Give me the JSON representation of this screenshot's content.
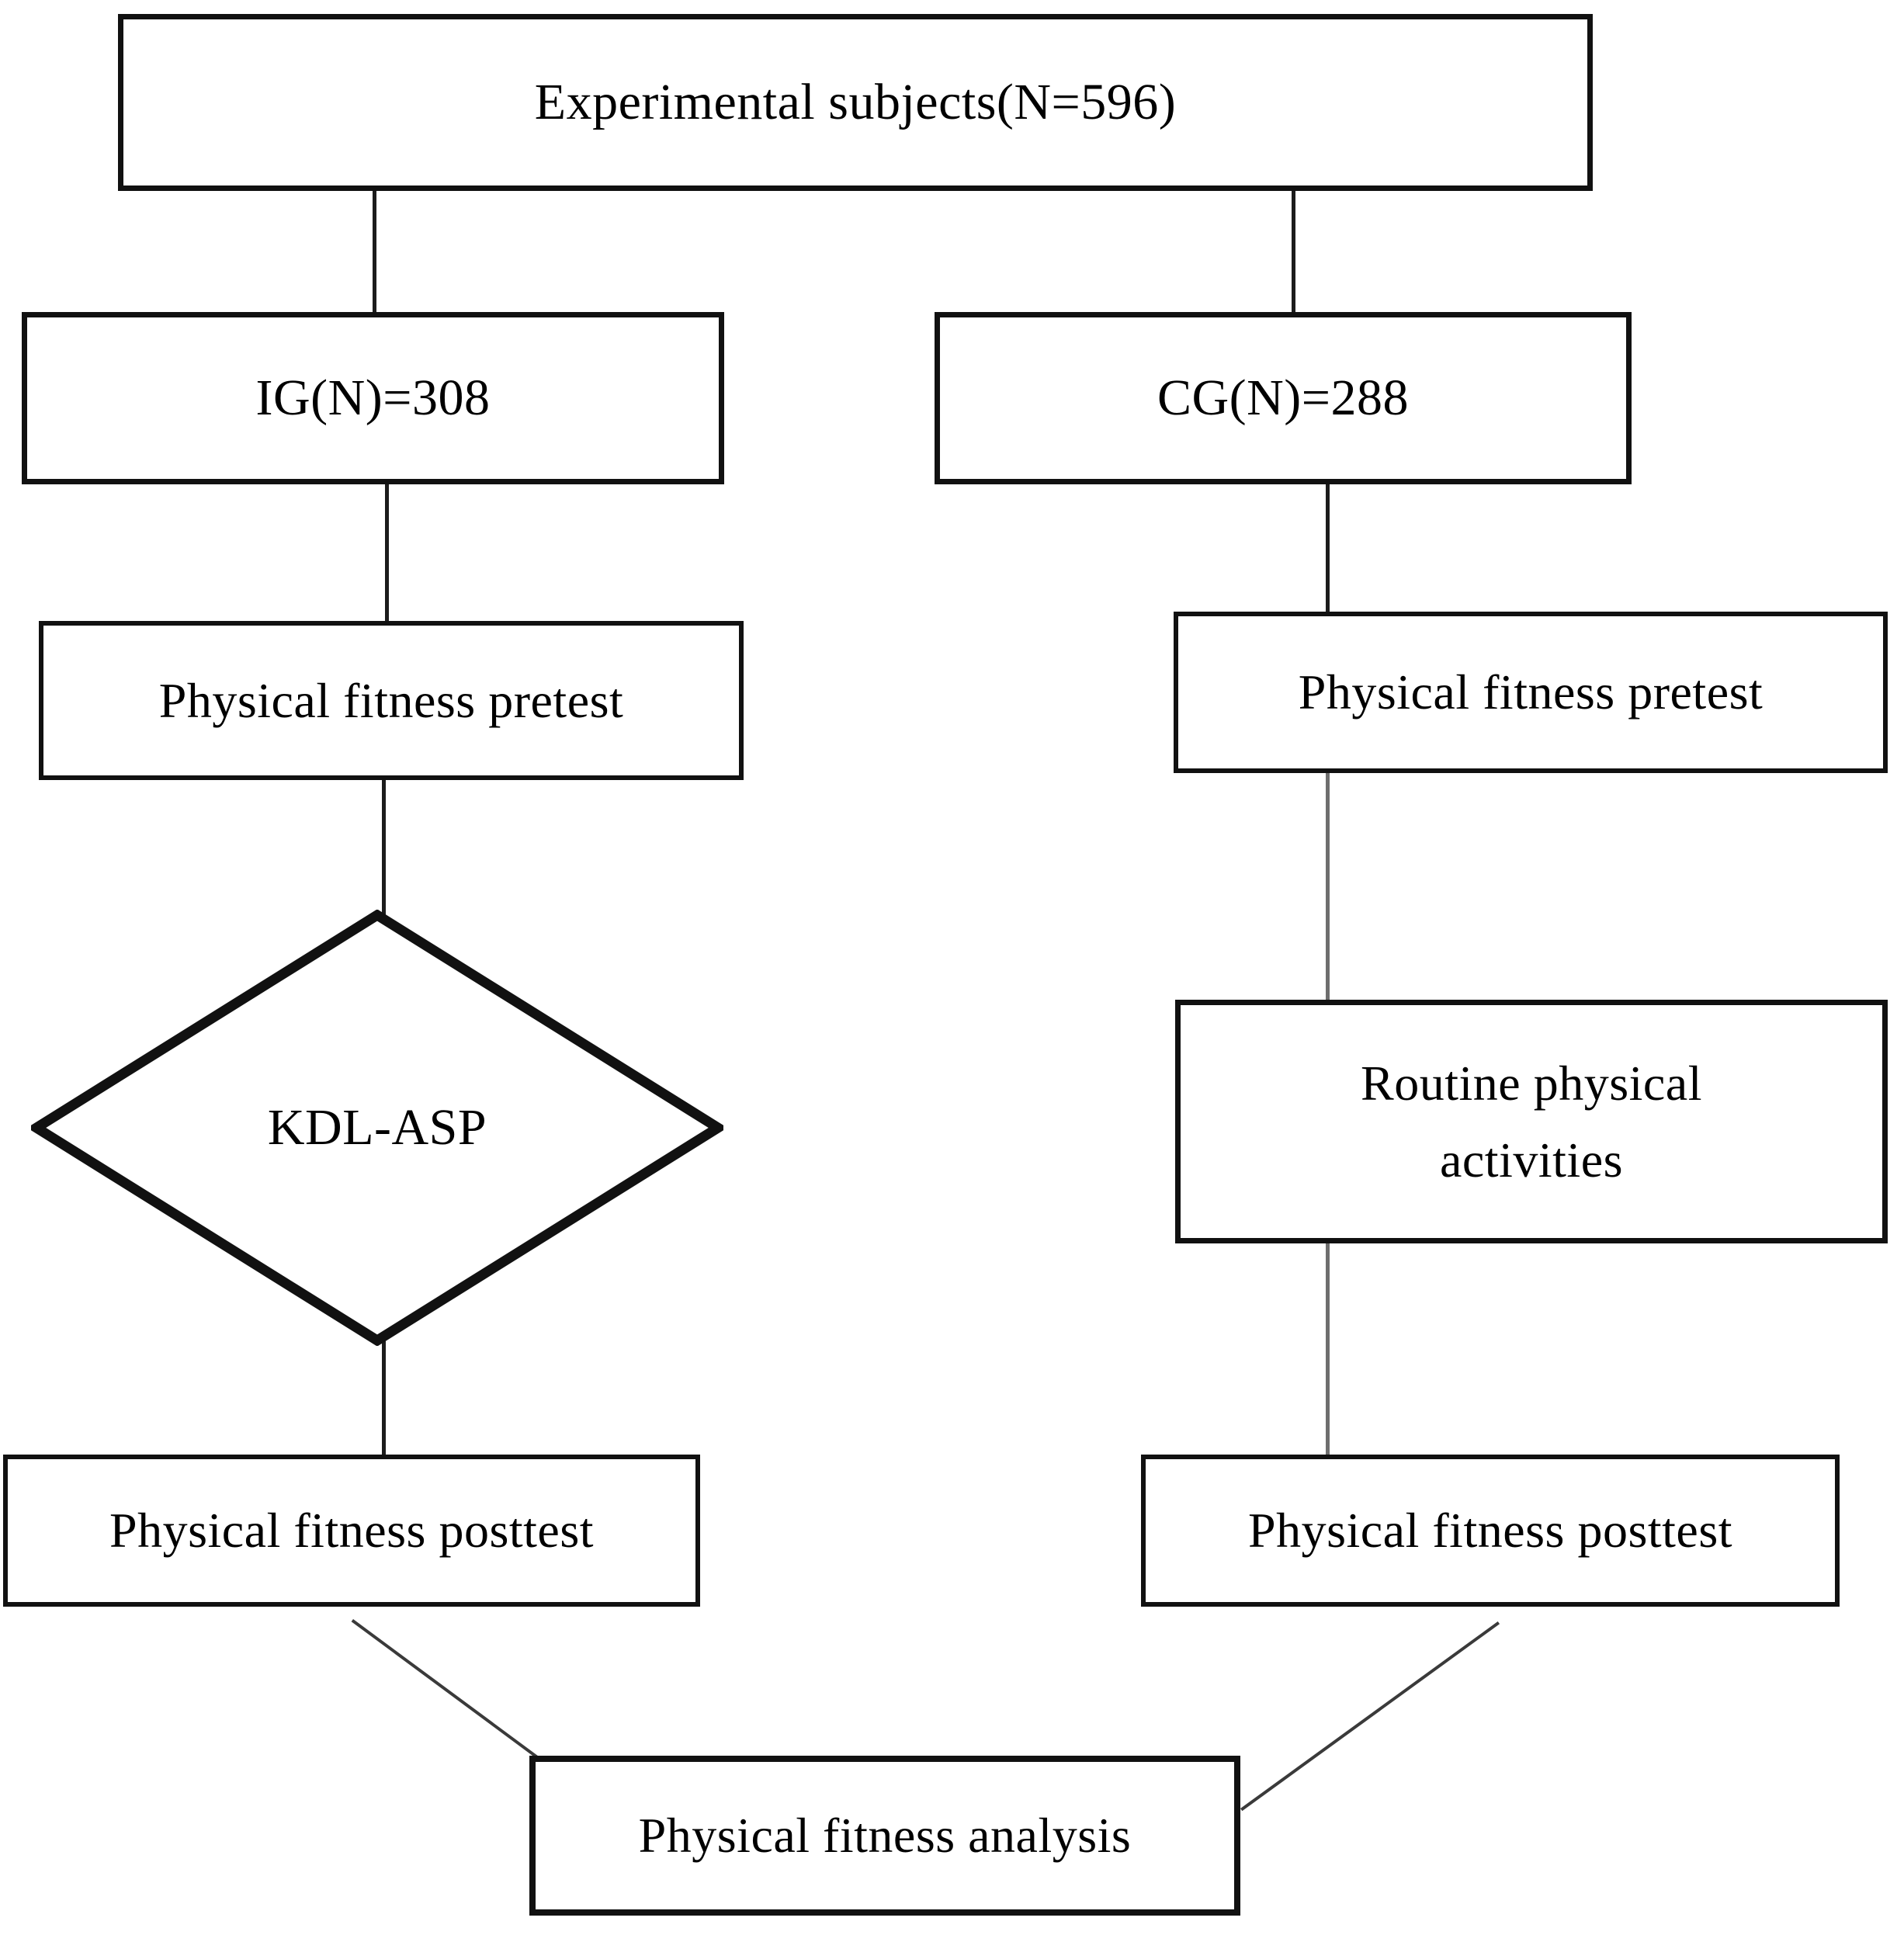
{
  "chart_data": {
    "type": "diagram",
    "title": "Experimental flow chart",
    "nodes": [
      {
        "id": "subjects",
        "label": "Experimental subjects(N=596)",
        "shape": "rectangle"
      },
      {
        "id": "ig",
        "label": "IG(N)=308",
        "shape": "rectangle"
      },
      {
        "id": "cg",
        "label": "CG(N)=288",
        "shape": "rectangle"
      },
      {
        "id": "pretest_ig",
        "label": "Physical fitness pretest",
        "shape": "rectangle"
      },
      {
        "id": "pretest_cg",
        "label": "Physical fitness pretest",
        "shape": "rectangle"
      },
      {
        "id": "decision",
        "label": "KDL-ASP",
        "shape": "diamond"
      },
      {
        "id": "routine",
        "label": "Routine physical\nactivities",
        "shape": "rectangle"
      },
      {
        "id": "posttest_ig",
        "label": "Physical fitness posttest",
        "shape": "rectangle"
      },
      {
        "id": "posttest_cg",
        "label": "Physical fitness posttest",
        "shape": "rectangle"
      },
      {
        "id": "analysis",
        "label": "Physical fitness analysis",
        "shape": "rectangle"
      }
    ],
    "edges": [
      {
        "from": "subjects",
        "to": "ig",
        "style": "solid-vertical"
      },
      {
        "from": "subjects",
        "to": "cg",
        "style": "solid-vertical"
      },
      {
        "from": "ig",
        "to": "pretest_ig",
        "style": "solid-vertical"
      },
      {
        "from": "cg",
        "to": "pretest_cg",
        "style": "solid-vertical"
      },
      {
        "from": "pretest_ig",
        "to": "decision",
        "style": "solid-vertical"
      },
      {
        "from": "pretest_cg",
        "to": "routine",
        "style": "solid-vertical"
      },
      {
        "from": "decision",
        "to": "posttest_ig",
        "style": "solid-vertical"
      },
      {
        "from": "routine",
        "to": "posttest_cg",
        "style": "solid-vertical"
      },
      {
        "from": "posttest_ig",
        "to": "analysis",
        "style": "solid-diagonal"
      },
      {
        "from": "posttest_cg",
        "to": "analysis",
        "style": "solid-diagonal"
      }
    ],
    "colors": {
      "stroke": "#111111",
      "light_stroke": "#6e6e6e",
      "background": "#ffffff",
      "text": "#000000"
    }
  },
  "nodes": {
    "subjects": {
      "label": "Experimental subjects(N=596)"
    },
    "ig": {
      "label": "IG(N)=308"
    },
    "cg": {
      "label": "CG(N)=288"
    },
    "pretest_ig": {
      "label": "Physical fitness pretest"
    },
    "pretest_cg": {
      "label": "Physical fitness pretest"
    },
    "decision": {
      "label": "KDL-ASP"
    },
    "routine": {
      "label": "Routine physical\nactivities"
    },
    "posttest_ig": {
      "label": "Physical fitness posttest"
    },
    "posttest_cg": {
      "label": "Physical fitness posttest"
    },
    "analysis": {
      "label": "Physical fitness analysis"
    }
  }
}
